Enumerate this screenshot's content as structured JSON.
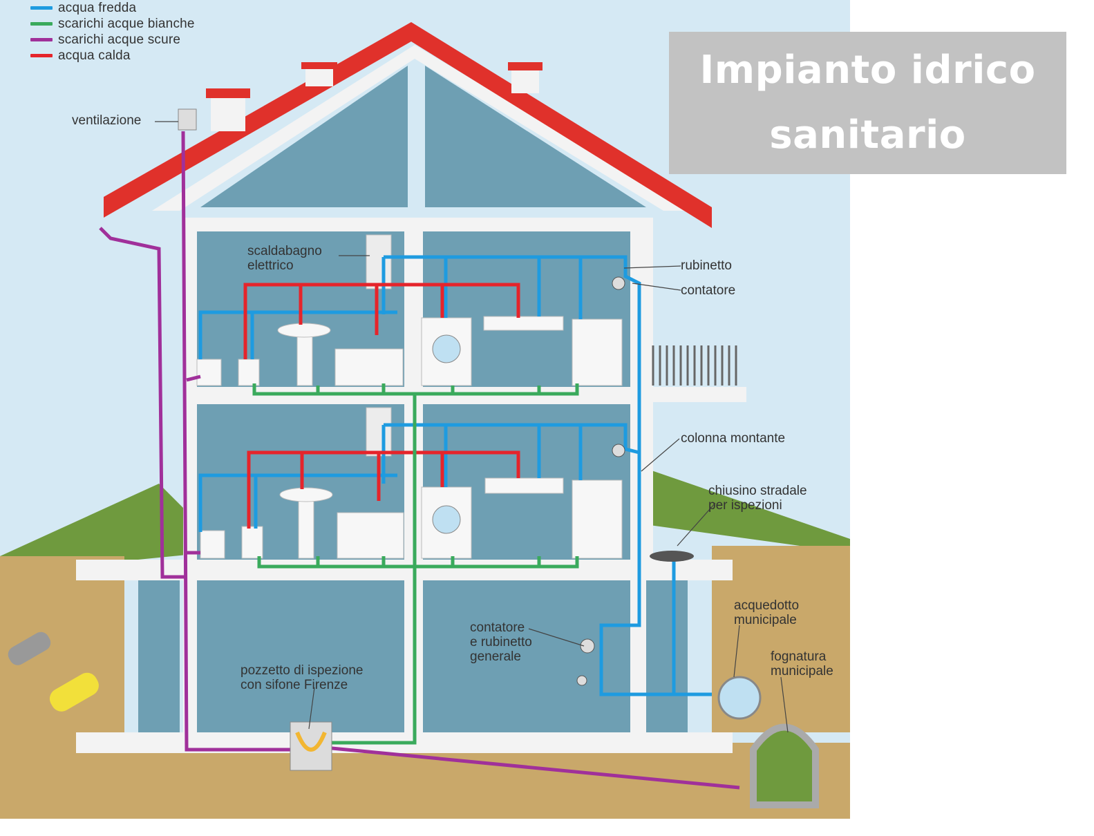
{
  "title": {
    "line1": "Impianto idrico",
    "line2": "sanitario"
  },
  "legend": [
    {
      "label": "acqua fredda",
      "color": "#1e9be0"
    },
    {
      "label": "scarichi acque bianche",
      "color": "#3aaa5c"
    },
    {
      "label": "scarichi acque scure",
      "color": "#a0309a"
    },
    {
      "label": "acqua calda",
      "color": "#e5242b"
    }
  ],
  "labels": {
    "ventilazione": "ventilazione",
    "scaldabagno_1": "scaldabagno",
    "scaldabagno_2": "elettrico",
    "rubinetto": "rubinetto",
    "contatore": "contatore",
    "colonna_montante": "colonna montante",
    "chiusino_1": "chiusino stradale",
    "chiusino_2": "per ispezioni",
    "acquedotto_1": "acquedotto",
    "acquedotto_2": "municipale",
    "fognatura_1": "fognatura",
    "fognatura_2": "municipale",
    "contatore_generale_1": "contatore",
    "contatore_generale_2": "e rubinetto",
    "contatore_generale_3": "generale",
    "pozzetto_1": "pozzetto di ispezione",
    "pozzetto_2": "con sifone Firenze"
  },
  "colors": {
    "sky": "#d5e9f4",
    "wall": "#f3f3f3",
    "room": "#6e9fb3",
    "roof": "#e0312b",
    "soil": "#c9a86a",
    "grass": "#6f9a3e"
  }
}
